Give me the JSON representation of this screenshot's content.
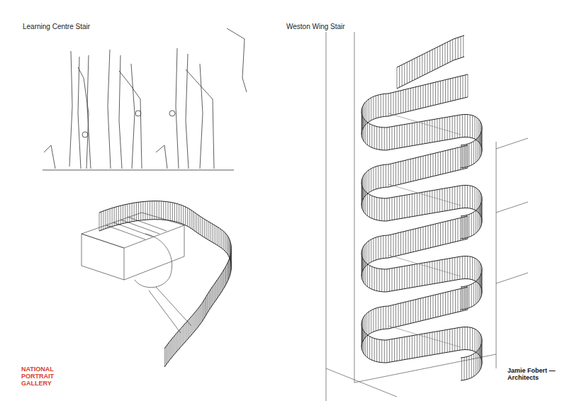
{
  "diagram": {
    "labels": [
      "Learning Centre Stair",
      "Weston Wing Stair",
      "NATIONAL PORTRAIT GALLERY",
      "Jamie Fobert —Architects"
    ]
  }
}
